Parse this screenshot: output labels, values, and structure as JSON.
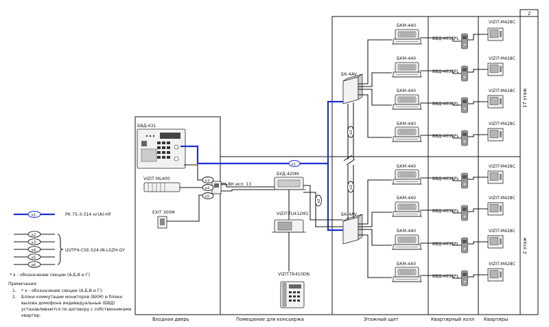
{
  "sheet": {
    "number": "2"
  },
  "zones": {
    "entrance": "Входная дверь",
    "concierge": "Помещение для консьержа",
    "floor_panel": "Этажный щит",
    "hall": "Квартирный холл",
    "apartments": "Квартиры"
  },
  "floors": {
    "upper": "17 этаж",
    "lower": "2 этаж"
  },
  "devices": {
    "call_panel": "БВД-431",
    "lock": "VIZIT ML400",
    "exit_button": "EXIT 300M",
    "relay": "УК-ВК исп. 13",
    "power_unit": "БУД-420М",
    "concierge_monitor": "VIZIT-TU412M1",
    "concierge_handset": "VIZIT-TK410DN",
    "video_switch": "БК-4AV",
    "floor_module": "БКМ-440",
    "door_panel": "БВД-403CPL",
    "monitor": "VIZIT-M428C"
  },
  "cables": {
    "x1": "х1",
    "x2": "х2",
    "x3": "х3",
    "x4": "х4",
    "x5": "х5",
    "x6": "х6"
  },
  "legend": {
    "coax_label": "РК 75-3-314 нг(А)-HF",
    "utp_label": "UUTP4-C5E-S24-IN-LSZH-GY",
    "x_note": "* х - обозначение секции (А,Б,В и Г)"
  },
  "notes": {
    "title": "Примечания:",
    "n1_num": "1.",
    "n1": "* х - обозначение секции (А,Б,В и Г);",
    "n2_num": "2.",
    "n2_l1": "Блоки коммутации мониторов (БКМ) и блоки",
    "n2_l2": "вызова домофона индивидуальные (БВД)",
    "n2_l3": "устанавливаются по договору с собственниками",
    "n2_l4": "квартир."
  }
}
